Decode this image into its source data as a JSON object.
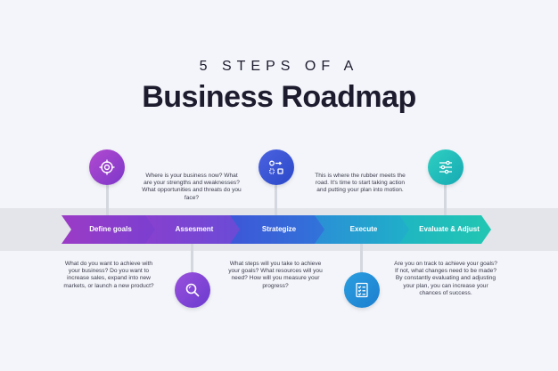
{
  "header": {
    "subtitle": "5 STEPS OF A",
    "title": "Business Roadmap"
  },
  "steps": [
    {
      "label": "Define goals",
      "description": "What do you want to achieve with your business? Do you want to increase sales, expand into new markets, or launch a new product?",
      "icon": "target-icon",
      "color_start": "#9b3bc6",
      "color_end": "#7b3fd0"
    },
    {
      "label": "Assesment",
      "description": "Where is your business now? What are your strengths and weaknesses? What opportunities and threats do you face?",
      "icon": "magnifier-icon",
      "color_start": "#8840cf",
      "color_end": "#6a4bd6"
    },
    {
      "label": "Strategize",
      "description": "What steps will you take to achieve your goals? What resources will you need? How will you measure your progress?",
      "icon": "strategy-icon",
      "color_start": "#3d57d8",
      "color_end": "#3174d9"
    },
    {
      "label": "Execute",
      "description": "This is where the rubber meets the road. It's time to start taking action and putting your plan into motion.",
      "icon": "checklist-icon",
      "color_start": "#2b8fd6",
      "color_end": "#1fb0c8"
    },
    {
      "label": "Evaluate & Adjust",
      "description": "Are you on track to achieve your goals? If not, what changes need to be made? By constantly evaluating and adjusting your plan, you can increase your chances of success.",
      "icon": "sliders-icon",
      "color_start": "#1fb6c2",
      "color_end": "#22c6b2"
    }
  ]
}
